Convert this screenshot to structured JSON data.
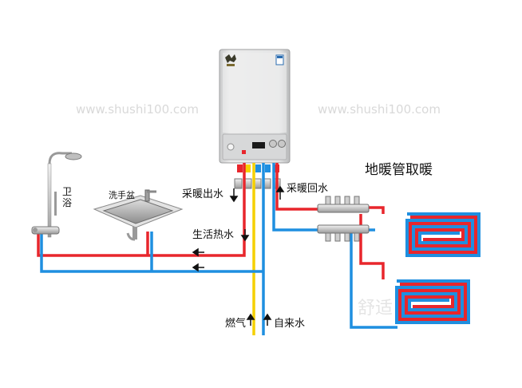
{
  "labels": {
    "title": "地暖管取暖",
    "heating_supply": "采暖出水",
    "heating_return": "采暖回水",
    "hot_water": "生活热水",
    "gas": "燃气",
    "tap_water": "自来水",
    "shower": "卫浴",
    "washbasin": "洗手盆"
  },
  "watermarks": {
    "left": "www.shushi100.com",
    "right": "www.shushi100.com",
    "bottom_right": "舒适100网"
  },
  "colors": {
    "hot_pipe": "#e8262c",
    "cold_pipe": "#1f8fe0",
    "gas_pipe": "#f5d000",
    "boiler_body": "#e6e7e8"
  }
}
